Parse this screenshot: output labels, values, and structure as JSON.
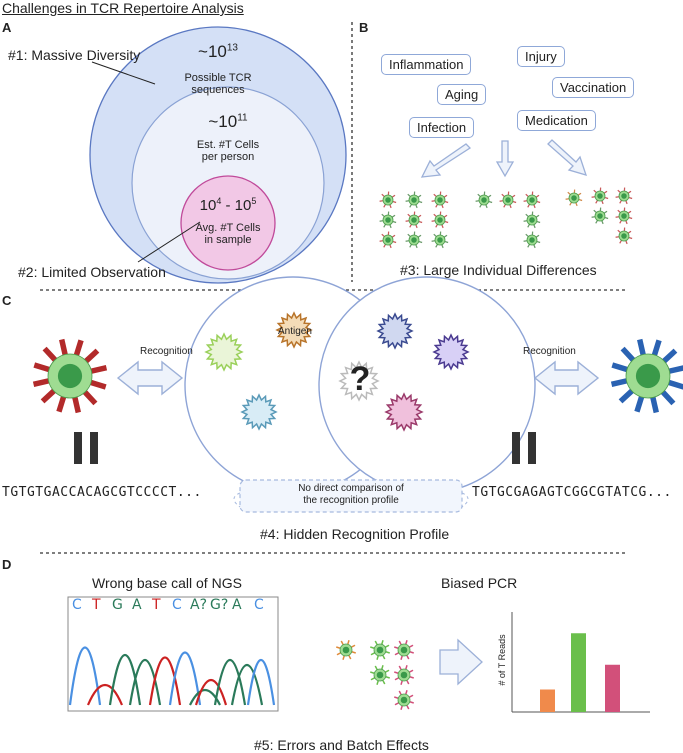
{
  "title": "Challenges in TCR Repertoire Analysis",
  "panels": {
    "a": "A",
    "b": "B",
    "c": "C",
    "d": "D"
  },
  "panelA": {
    "diversity_label": "#1: Massive Diversity",
    "outer_value": "~10",
    "outer_exp": "13",
    "outer_text1": "Possible TCR",
    "outer_text2": "sequences",
    "middle_value": "~10",
    "middle_exp": "11",
    "middle_text1": "Est. #T Cells",
    "middle_text2": "per person",
    "inner_value_a": "10",
    "inner_exp_a": "4",
    "inner_dash": " - ",
    "inner_value_b": "10",
    "inner_exp_b": "5",
    "inner_text1": "Avg. #T Cells",
    "inner_text2": "in sample",
    "observation_label": "#2: Limited Observation"
  },
  "panelB": {
    "factors": [
      "Inflammation",
      "Injury",
      "Vaccination",
      "Aging",
      "Infection",
      "Medication"
    ],
    "differences_label": "#3: Large Individual Differences"
  },
  "panelC": {
    "recognition_left": "Recognition",
    "recognition_right": "Recognition",
    "antigen_label": "Antigen",
    "question": "?",
    "equals_left": "II",
    "equals_right": "II",
    "sequence_left": "TGTGTGACCACAGCGTCCCCT...",
    "sequence_right": "TGTGCGAGAGTCGGCGTATCG...",
    "no_compare_1": "No direct comparison of",
    "no_compare_2": "the recognition profile",
    "hidden_label": "#4: Hidden Recognition Profile"
  },
  "panelD": {
    "ngs_title": "Wrong base call of NGS",
    "bases": [
      "C",
      "T",
      "G",
      "A",
      "T",
      "C",
      "A?",
      "G?",
      "A",
      "C"
    ],
    "base_colors": [
      "#4a90e2",
      "#cc2222",
      "#2a7a5a",
      "#2a7a5a",
      "#cc2222",
      "#4a90e2",
      "#2a7a5a",
      "#2a7a5a",
      "#2a7a5a",
      "#4a90e2"
    ],
    "pcr_title": "Biased PCR",
    "ylabel": "# of T Reads",
    "errors_label": "#5: Errors and Batch Effects"
  },
  "chart_data": {
    "type": "bar",
    "categories": [
      "",
      "",
      ""
    ],
    "values": [
      1,
      3.5,
      2.1
    ],
    "colors": [
      "#f08a4b",
      "#6abf4b",
      "#d2507a"
    ],
    "ylabel": "# of T Reads"
  }
}
